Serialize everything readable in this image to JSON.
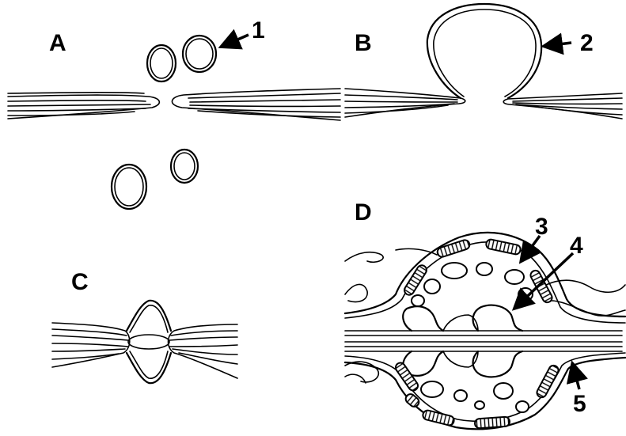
{
  "panels": {
    "a": {
      "label": "A"
    },
    "b": {
      "label": "B"
    },
    "c": {
      "label": "C"
    },
    "d": {
      "label": "D"
    }
  },
  "callouts": [
    "1",
    "2",
    "3",
    "4",
    "5"
  ]
}
